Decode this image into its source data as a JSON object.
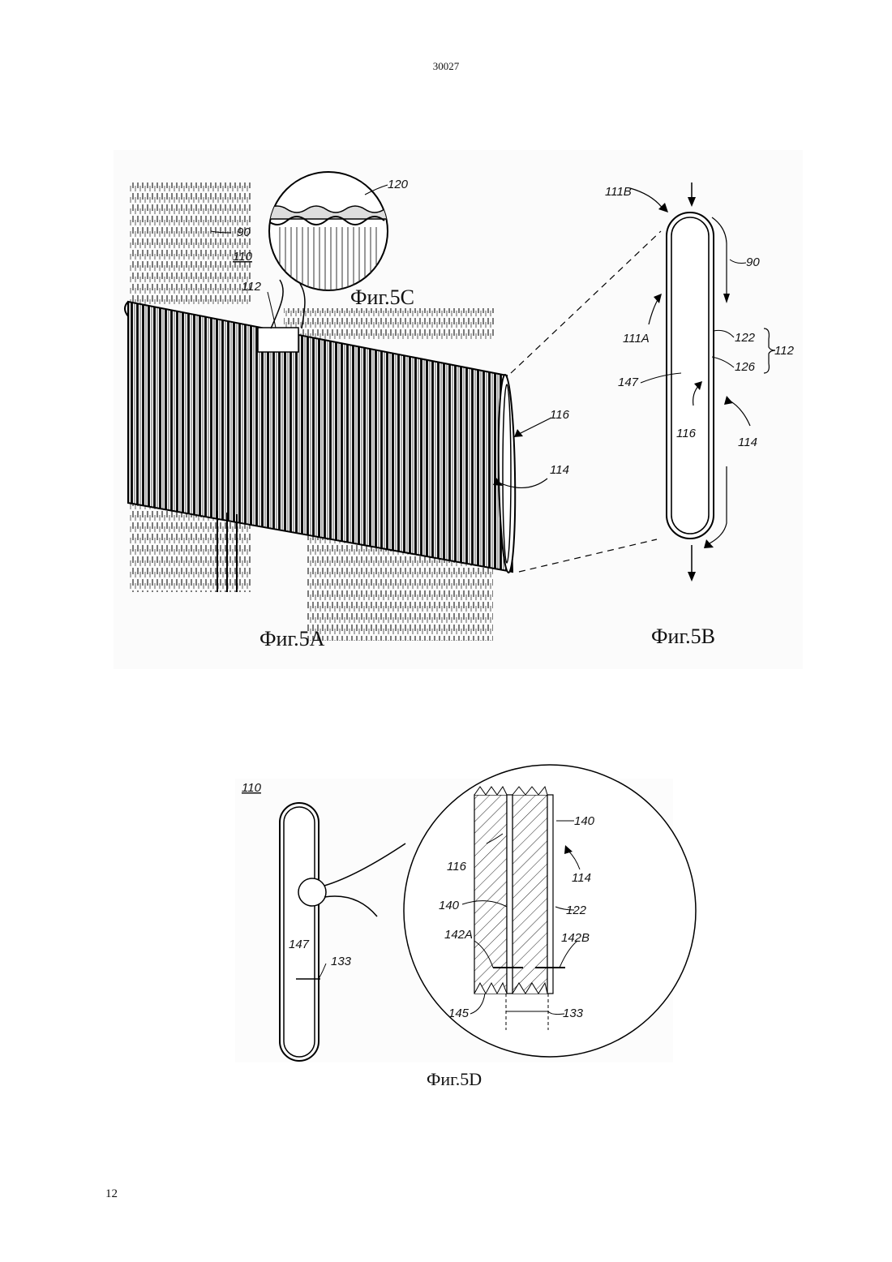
{
  "header": {
    "doc_number": "30027"
  },
  "footer": {
    "page_number": "12"
  },
  "figures": {
    "fig5a": {
      "caption": "Фиг.5A"
    },
    "fig5b": {
      "caption": "Фиг.5B"
    },
    "fig5c": {
      "caption": "Фиг.5C"
    },
    "fig5d": {
      "caption": "Фиг.5D"
    }
  },
  "labels": {
    "l90": "90",
    "l110": "110",
    "l112": "112",
    "l120": "120",
    "l116": "116",
    "l114": "114",
    "l111b": "111B",
    "l111a": "111A",
    "l122": "122",
    "l126": "126",
    "l147": "147",
    "l140": "140",
    "l133": "133",
    "l142a": "142A",
    "l142b": "142B",
    "l145": "145"
  }
}
